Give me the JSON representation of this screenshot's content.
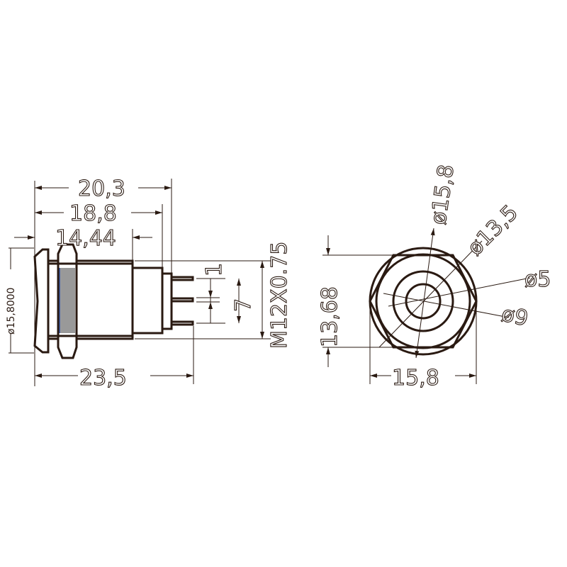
{
  "side_view": {
    "dims": {
      "overall_body": "20,3",
      "body_length": "18,8",
      "thread_length": "14,44",
      "total_length": "23,5",
      "cap_diameter": "ø15,8000",
      "thread": "M12X0.75",
      "pin_pitch": "7",
      "pin_width": "1"
    }
  },
  "front_view": {
    "dims": {
      "outer_diameter": "ø15,8",
      "ring_diameter": "ø13,5",
      "lens_diameter": "ø5",
      "inner_ring_diameter": "ø9",
      "hex_flats": "13,68",
      "width": "15,8"
    }
  },
  "colors": {
    "line": "#2a1a12",
    "nut_fill": "#999999",
    "accent": "#3355aa"
  }
}
